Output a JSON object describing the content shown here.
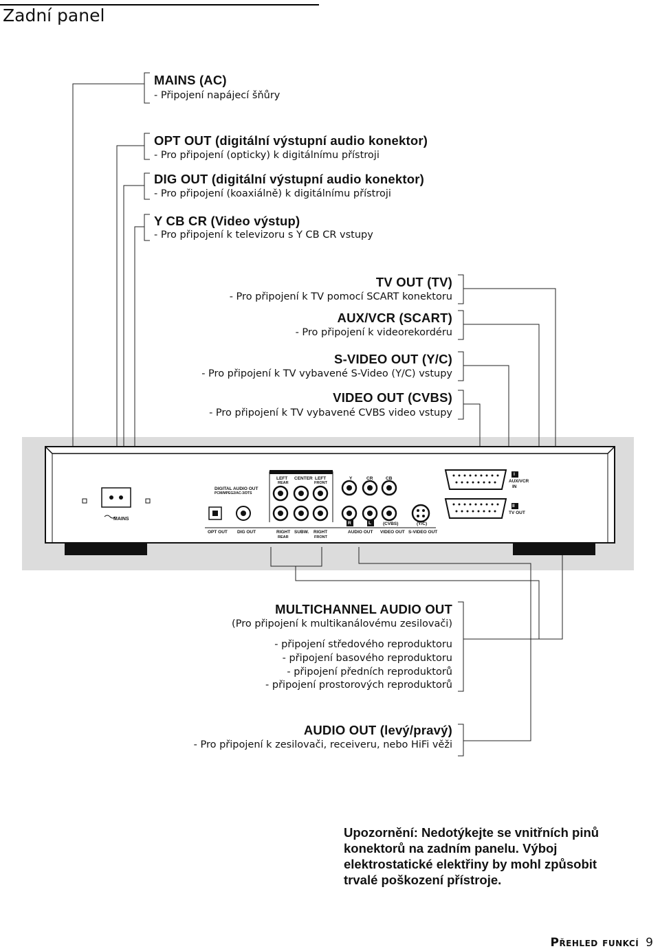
{
  "page": {
    "title": "Zadní panel",
    "footer_section": "Přehled funkcí",
    "footer_page": "9"
  },
  "top_labels": [
    {
      "heading": "MAINS (AC)",
      "desc": "- Připojení napájecí šňůry"
    },
    {
      "heading": "OPT OUT (digitální výstupní audio konektor)",
      "desc": "- Pro připojení (opticky) k digitálnímu přístroji"
    },
    {
      "heading": "DIG OUT (digitální výstupní audio konektor)",
      "desc": "- Pro připojení (koaxiálně) k digitálnímu přístroji"
    },
    {
      "heading": "Y CB CR (Video výstup)",
      "desc": "- Pro připojení k televizoru s Y CB CR vstupy"
    }
  ],
  "right_labels": [
    {
      "heading": "TV OUT (TV)",
      "desc": "- Pro připojení k TV pomocí SCART konektoru"
    },
    {
      "heading": "AUX/VCR (SCART)",
      "desc": "- Pro připojení k videorekordéru"
    },
    {
      "heading": "S-VIDEO OUT (Y/C)",
      "desc": "- Pro připojení k TV vybavené S-Video (Y/C) vstupy"
    },
    {
      "heading": "VIDEO OUT (CVBS)",
      "desc": "- Pro připojení k TV vybavené CVBS video vstupy"
    }
  ],
  "multichannel": {
    "heading": "MULTICHANNEL AUDIO OUT",
    "subheading": "(Pro připojení k multikanálovému zesilovači)",
    "items": [
      "- připojení středového reproduktoru",
      "- připojení basového reproduktoru",
      "- připojení předních reproduktorů",
      "- připojení prostorových reproduktorů"
    ]
  },
  "audio_out": {
    "heading": "AUDIO OUT (levý/pravý)",
    "desc": "- Pro připojení k zesilovači, receiveru, nebo HiFi věži"
  },
  "warning": "Upozornění: Nedotýkejte se vnitřních pinů konektorů na zadním panelu. Výboj elektrostatické elektřiny by mohl způsobit trvalé poškození přístroje.",
  "panel": {
    "mains": "MAINS",
    "digital_audio_out": "DIGITAL AUDIO OUT",
    "digital_sub": "PCM/MPEG2/AC-3/DTS",
    "opt_out": "OPT OUT",
    "dig_out": "DIG OUT",
    "multichannel_audio_out": "MULTICHANNEL AUDIO OUT",
    "left": "LEFT",
    "center": "CENTER",
    "rear": "REAR",
    "front": "FRONT",
    "right": "RIGHT",
    "subw": "SUBW.",
    "y": "Y",
    "cr": "CR",
    "cb": "CB",
    "r": "R",
    "l": "L",
    "cvbs": "(CVBS)",
    "yc": "(Y/C)",
    "audio_out": "AUDIO OUT",
    "video_out": "VIDEO OUT",
    "s_video_out": "S-VIDEO OUT",
    "badge_1": "I",
    "badge_2": "II",
    "aux_vcr": "AUX/VCR",
    "in": "IN",
    "tv_out": "TV OUT"
  }
}
